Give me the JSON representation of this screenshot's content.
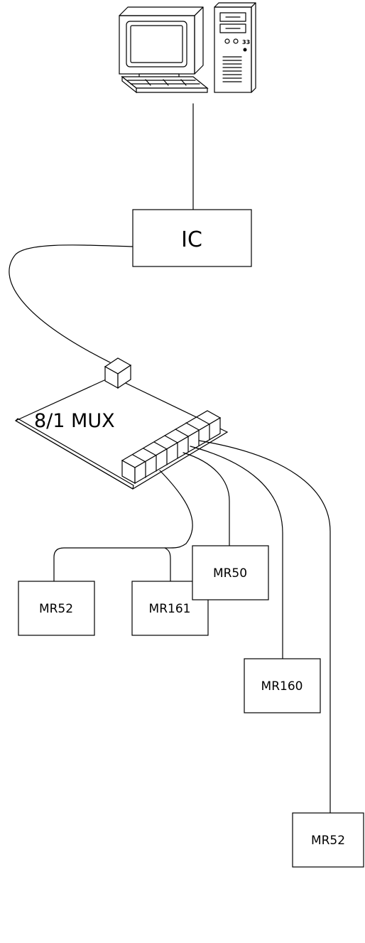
{
  "diagram": {
    "ic_label": "IC",
    "mux_label": "8/1 MUX",
    "computer_badge": "33",
    "devices": [
      {
        "label": "MR52"
      },
      {
        "label": "MR161"
      },
      {
        "label": "MR50"
      },
      {
        "label": "MR160"
      },
      {
        "label": "MR52"
      }
    ]
  }
}
